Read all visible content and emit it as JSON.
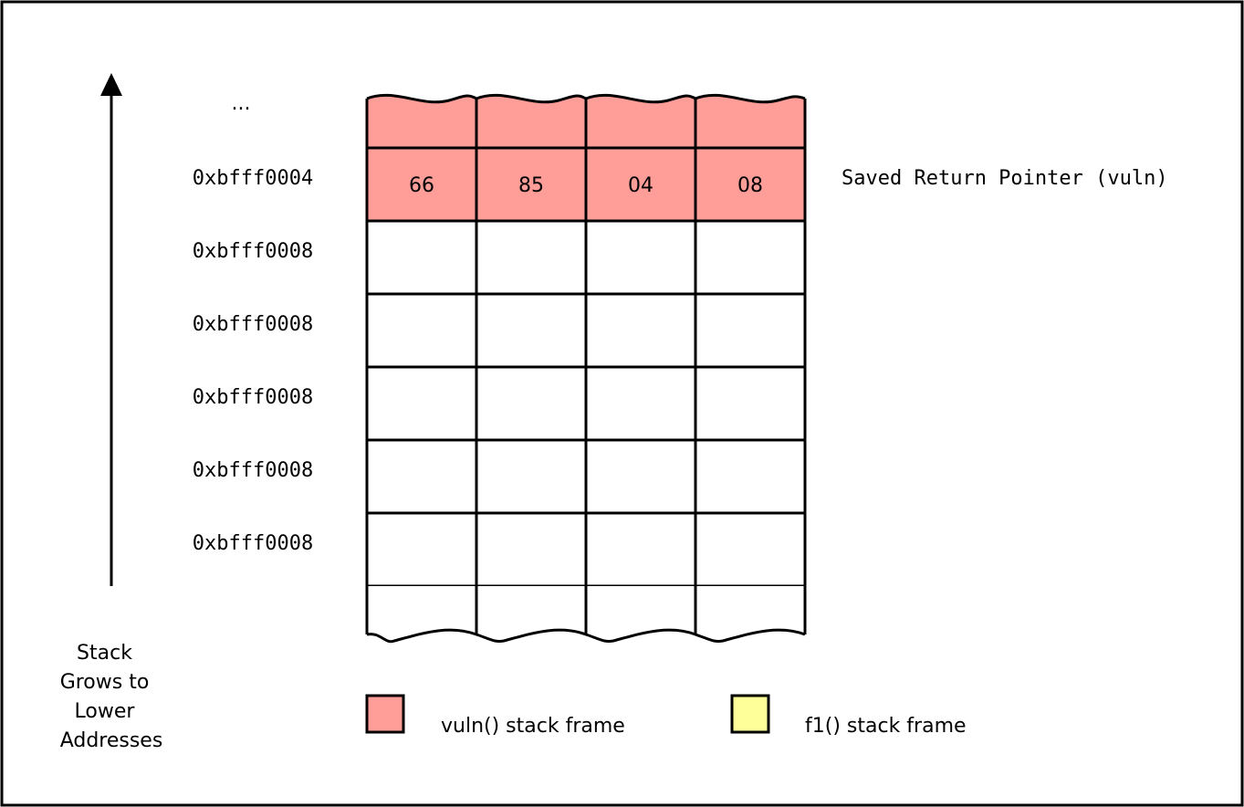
{
  "colors": {
    "vuln_frame": "#ff9e99",
    "f1_frame": "#ffff99",
    "border": "#000000"
  },
  "arrow": {
    "icon": "up-arrow-icon",
    "label_lines": [
      "Stack",
      "Grows to",
      "Lower",
      "Addresses"
    ]
  },
  "stack": {
    "top_ellipsis": "...",
    "rows": [
      {
        "address": "0xbfff0004",
        "bytes": [
          "66",
          "85",
          "04",
          "08"
        ],
        "frame": "vuln",
        "annotation": "Saved Return Pointer (vuln)"
      },
      {
        "address": "0xbfff0008",
        "bytes": [
          "",
          "",
          "",
          ""
        ],
        "frame": "none",
        "annotation": ""
      },
      {
        "address": "0xbfff0008",
        "bytes": [
          "",
          "",
          "",
          ""
        ],
        "frame": "none",
        "annotation": ""
      },
      {
        "address": "0xbfff0008",
        "bytes": [
          "",
          "",
          "",
          ""
        ],
        "frame": "none",
        "annotation": ""
      },
      {
        "address": "0xbfff0008",
        "bytes": [
          "",
          "",
          "",
          ""
        ],
        "frame": "none",
        "annotation": ""
      },
      {
        "address": "0xbfff0008",
        "bytes": [
          "",
          "",
          "",
          ""
        ],
        "frame": "none",
        "annotation": ""
      }
    ]
  },
  "legend": [
    {
      "label": "vuln() stack frame",
      "frame": "vuln"
    },
    {
      "label": "f1() stack frame",
      "frame": "f1"
    }
  ]
}
